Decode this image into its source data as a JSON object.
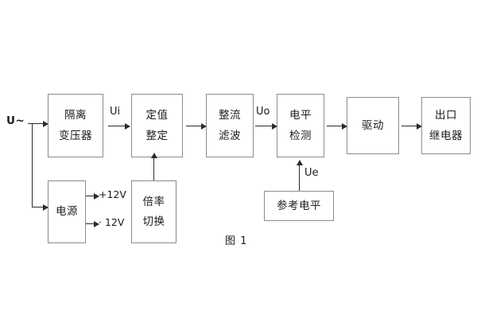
{
  "figure": {
    "caption": "图 1",
    "input_label": "U~"
  },
  "colors": {
    "block_border": "#8c8c8c",
    "line": "#2b2b2b",
    "text": "#1b1b1b",
    "background": "#ffffff"
  },
  "blocks": {
    "isolation_transformer": {
      "line1": "隔离",
      "line2": "变压器"
    },
    "setting_value": {
      "line1": "定值",
      "line2": "整定"
    },
    "rectify_filter": {
      "line1": "整流",
      "line2": "滤波"
    },
    "level_detect": {
      "line1": "电平",
      "line2": "检测"
    },
    "drive": {
      "line1": "驱动"
    },
    "output_relay": {
      "line1": "出口",
      "line2": "继电器"
    },
    "power_supply": {
      "line1": "电源"
    },
    "multiplier_switch": {
      "line1": "倍率",
      "line2": "切换"
    },
    "reference_level": {
      "line1": "参考电平"
    }
  },
  "signals": {
    "ui": "Ui",
    "uo": "Uo",
    "ue": "Ue",
    "rail_positive": "+12V",
    "rail_negative": "· 12V"
  }
}
